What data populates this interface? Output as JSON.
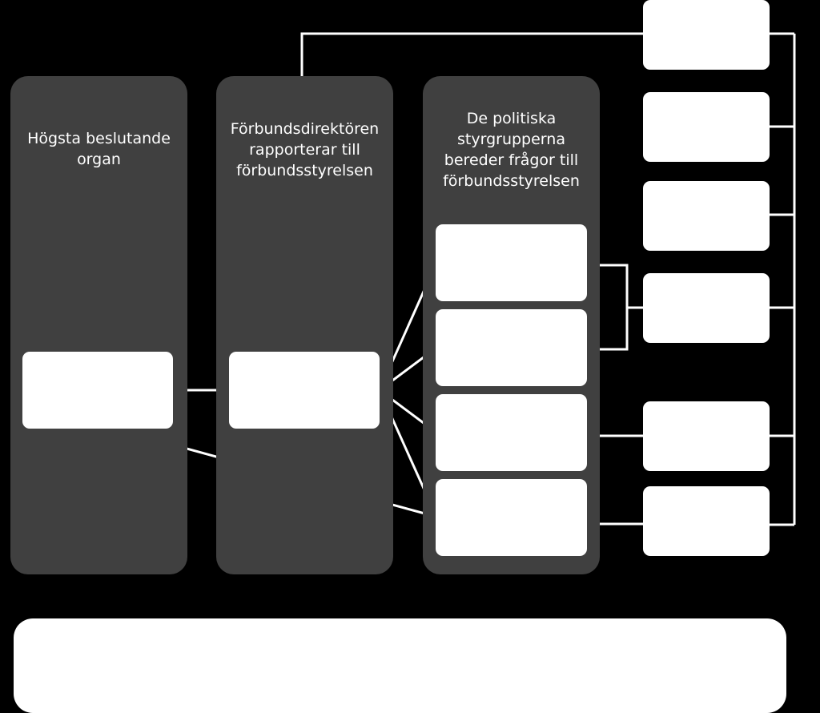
{
  "columns": [
    {
      "id": "highest",
      "heading": "Högsta beslutande\norgan"
    },
    {
      "id": "director",
      "heading": "Förbundsdirektören\nrapporterar till\nförbundsstyrelsen"
    },
    {
      "id": "steering",
      "heading": "De politiska\nstyrgrupperna\nbereder frågor till\nförbundsstyrelsen"
    }
  ],
  "colors": {
    "background": "#000000",
    "column": "#404040",
    "box": "#ffffff",
    "connector": "#ffffff",
    "text": "#ffffff"
  }
}
